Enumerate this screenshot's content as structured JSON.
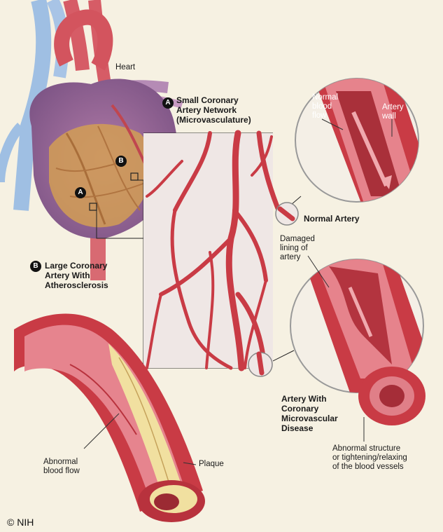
{
  "labels": {
    "heart": "Heart",
    "small_network_letter": "A",
    "small_network": "Small Coronary\nArtery Network\n(Microvasculature)",
    "normal_blood_flow": "Normal\nblood\nflow",
    "artery_wall": "Artery\nwall",
    "normal_artery": "Normal Artery",
    "damaged_lining": "Damaged\nlining of\nartery",
    "large_artery_letter": "B",
    "large_artery": "Large Coronary\nArtery With\nAtherosclerosis",
    "microvascular_disease": "Artery With\nCoronary\nMicrovascular\nDisease",
    "abnormal_structure": "Abnormal structure\nor tightening/relaxing\nof the blood vessels",
    "abnormal_flow": "Abnormal\nblood flow",
    "plaque": "Plaque",
    "heart_marker_a": "A",
    "heart_marker_b": "B"
  },
  "credit": "© NIH",
  "colors": {
    "background": "#f6f1e2",
    "artery_red": "#c93b45",
    "artery_light": "#e9909a",
    "heart_purple": "#9a6e98",
    "heart_orange": "#d9a35a",
    "vein_blue": "#8fb3da",
    "plaque_yellow": "#f2e2a4"
  }
}
